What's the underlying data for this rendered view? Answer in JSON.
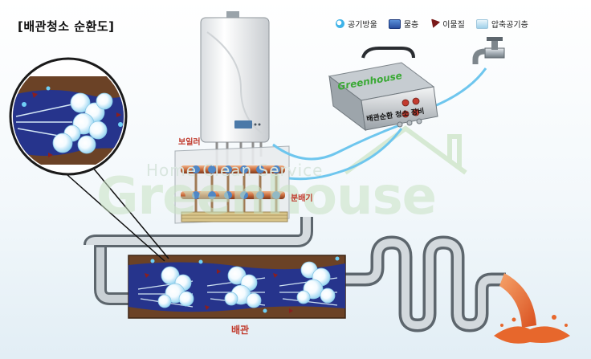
{
  "title": "[배관청소 순환도]",
  "legend": [
    {
      "key": "bubble",
      "label": "공기방울"
    },
    {
      "key": "water",
      "label": "물층"
    },
    {
      "key": "debris",
      "label": "이물질"
    },
    {
      "key": "air",
      "label": "압축공기층"
    }
  ],
  "labels": {
    "boiler": "보일러",
    "distributor": "분배기",
    "pipe": "배관",
    "machine": "배관순환 청소 장비",
    "machine_brand": "Greenhouse",
    "watermark_main": "Greenhouse",
    "watermark_sub": "Home Clean Service"
  },
  "colors": {
    "pipe_brown": "#6b4226",
    "water_blue": "#26348c",
    "accent_red": "#c0392b",
    "hose_blue": "#6ec6ee",
    "brand_green": "#3aa935"
  }
}
